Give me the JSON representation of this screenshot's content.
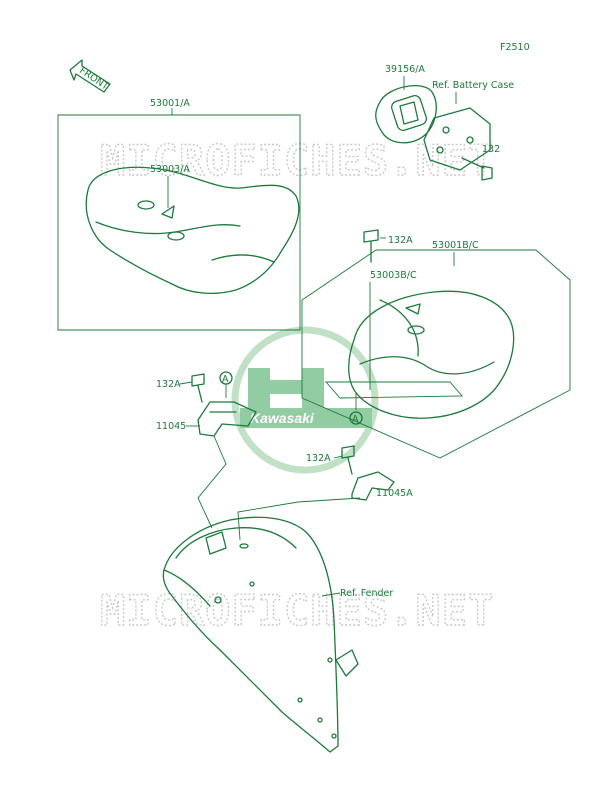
{
  "diagram": {
    "code": "F2510",
    "front_label": "FRONT",
    "callouts": {
      "bolt_small": "132",
      "bolt_seat_rear": "132A",
      "bolt_bracket_left": "132A",
      "bolt_bracket_right": "132A",
      "front_seat": "53001/A",
      "front_seat_cover": "53003/A",
      "rear_seat": "53001B/C",
      "rear_seat_cover": "53003B/C",
      "strap": "39156/A",
      "battery_case_ref": "Ref. Battery Case",
      "bracket_left": "11045",
      "bracket_right": "11045A",
      "fender_ref": "Ref. Fender",
      "marker_a_left": "A",
      "marker_a_right": "A"
    }
  },
  "watermark": {
    "text_top": "MICROFICHES.NET",
    "text_bottom": "MICROFICHES.NET",
    "logo_text": "Kawasaki"
  },
  "colors": {
    "line": "#1d7a3c",
    "watermark": "#c9c9c9"
  }
}
